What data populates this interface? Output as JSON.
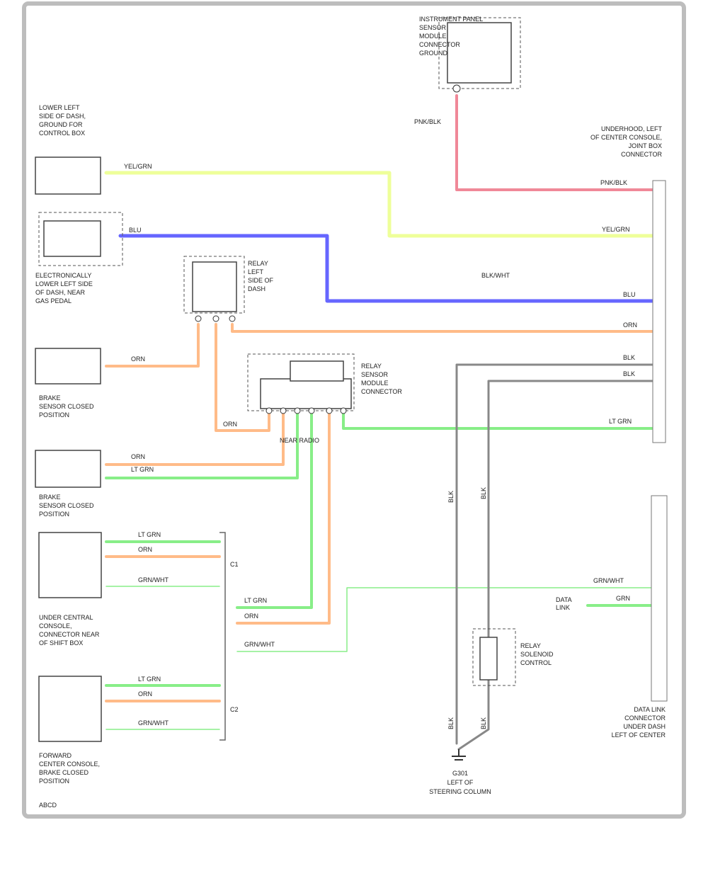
{
  "colors": {
    "yel_grn": "#eeff99",
    "blu": "#6666ff",
    "pink": "#f08898",
    "orn": "#ffbb88",
    "lt_grn": "#88ee88",
    "gry": "#888888",
    "frame": "#bbbbbb"
  },
  "labels": {
    "ref": "ABCD",
    "ground": "G301",
    "ground_sub": "LEFT OF",
    "ground_desc": "STEERING COLUMN",
    "c1": "C1",
    "c2": "C2",
    "wire_blk_wht": "BLK/WHT"
  },
  "components": {
    "top_panel": [
      "INSTRUMENT PANEL",
      "SENSOR",
      "MODULE",
      "CONNECTOR",
      "GROUND"
    ],
    "top_right_connector": [
      "UNDERHOOD, LEFT",
      "OF CENTER CONSOLE,",
      "JOINT BOX",
      "CONNECTOR"
    ],
    "left_1": [
      "LOWER LEFT",
      "SIDE OF DASH,",
      "GROUND FOR",
      "CONTROL BOX"
    ],
    "left_2": [
      "ELECTRONICALLY",
      "LOWER LEFT SIDE",
      "OF DASH, NEAR",
      "GAS PEDAL"
    ],
    "left_3": [
      "BRAKE",
      "SENSOR CLOSED",
      "POSITION"
    ],
    "left_4": [
      "BRAKE",
      "SENSOR CLOSED",
      "POSITION"
    ],
    "left_5": [
      "UNDER CENTRAL",
      "CONSOLE,",
      "CONNECTOR NEAR",
      "OF SHIFT BOX"
    ],
    "left_6": [
      "FORWARD",
      "CENTER CONSOLE,",
      "BRAKE CLOSED",
      "POSITION"
    ],
    "mid_top": [
      "RELAY",
      "LEFT",
      "SIDE OF",
      "DASH"
    ],
    "mid_center": [
      "RELAY",
      "SENSOR",
      "MODULE",
      "CONNECTOR"
    ],
    "bottom_module": [
      "RELAY",
      "SOLENOID",
      "CONTROL"
    ],
    "bottom_right_connector": [
      "DATA LINK",
      "CONNECTOR",
      "UNDER DASH",
      "LEFT OF CENTER"
    ],
    "splice_label": "NEAR RADIO",
    "data_label": [
      "DATA",
      "LINK"
    ]
  },
  "wires": {
    "yel_grn": "YEL/GRN",
    "yel_grn_b": "YEL/GRN",
    "blu": "BLU",
    "blu_b": "BLU",
    "pink": "PNK/BLK",
    "pink_b": "PNK/BLK",
    "orn": "ORN",
    "orn_a": "ORN",
    "orn_b": "ORN",
    "orn_c": "ORN",
    "orn_d": "ORN",
    "orn_e": "ORN",
    "lt_grn": "LT GRN",
    "lt_grn_a": "LT GRN",
    "lt_grn_b": "LT GRN",
    "lt_grn_c": "LT GRN",
    "lt_grn_d": "LT GRN",
    "blk_1": "BLK",
    "blk_2": "BLK",
    "blk_v1": "BLK",
    "blk_v2": "BLK",
    "blk_g1": "BLK",
    "blk_g2": "BLK",
    "orange_grn": "GRN/WHT",
    "orange_grn_b": "GRN/WHT",
    "orange_grn_c": "GRN/WHT",
    "orange_grn_d": "GRN/WHT",
    "grn_wht_e": "GRN"
  }
}
